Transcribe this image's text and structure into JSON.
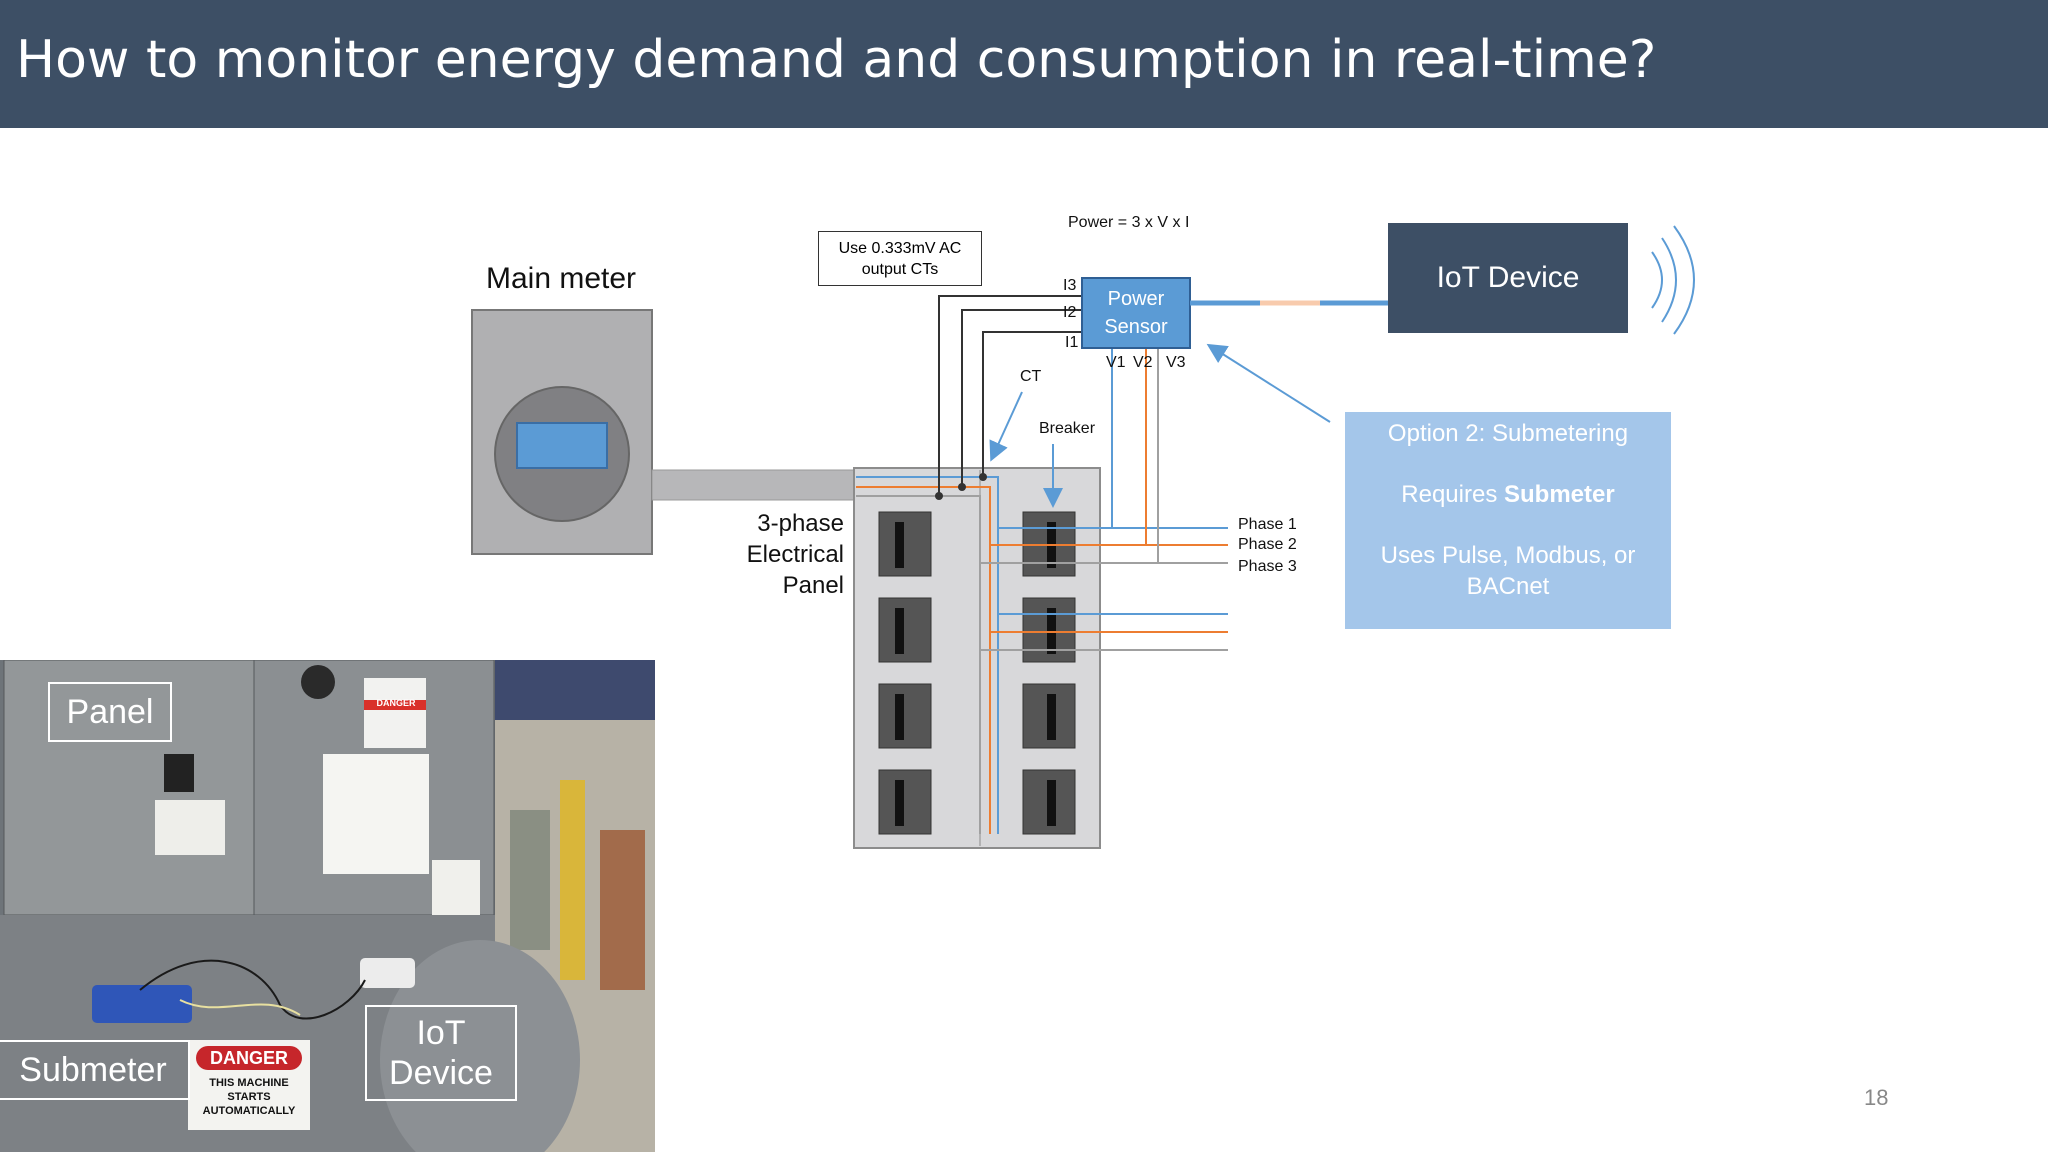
{
  "slide": {
    "title": "How to monitor energy demand and consumption in real-time?",
    "page_number": "18"
  },
  "diagram": {
    "main_meter_label": "Main meter",
    "panel_label": [
      "3-phase",
      "Electrical",
      "Panel"
    ],
    "ct_note": [
      "Use 0.333mV AC",
      "output CTs"
    ],
    "power_formula": "Power = 3 x V x I",
    "power_sensor_label": [
      "Power",
      "Sensor"
    ],
    "current_inputs": [
      "I3",
      "I2",
      "I1"
    ],
    "voltage_inputs": [
      "V1",
      "V2",
      "V3"
    ],
    "ct_label": "CT",
    "breaker_label": "Breaker",
    "phases": [
      "Phase 1",
      "Phase 2",
      "Phase 3"
    ],
    "iot_device_label": "IoT Device",
    "option_box": {
      "title": "Option 2: Submetering",
      "requires_prefix": "Requires ",
      "requires_bold": "Submeter",
      "uses": [
        "Uses Pulse, Modbus, or",
        "BACnet"
      ]
    }
  },
  "photo": {
    "panel_label": "Panel",
    "submeter_label": "Submeter",
    "iot_label": [
      "IoT",
      "Device"
    ],
    "danger_sign": [
      "DANGER",
      "THIS MACHINE",
      "STARTS",
      "AUTOMATICALLY"
    ],
    "top_danger": "DANGER"
  },
  "colors": {
    "header": "#3d4f65",
    "blue": "#5b9bd5",
    "orange": "#ed7d31",
    "gray": "#a0a0a0",
    "option_box": "#a4c6ea"
  }
}
